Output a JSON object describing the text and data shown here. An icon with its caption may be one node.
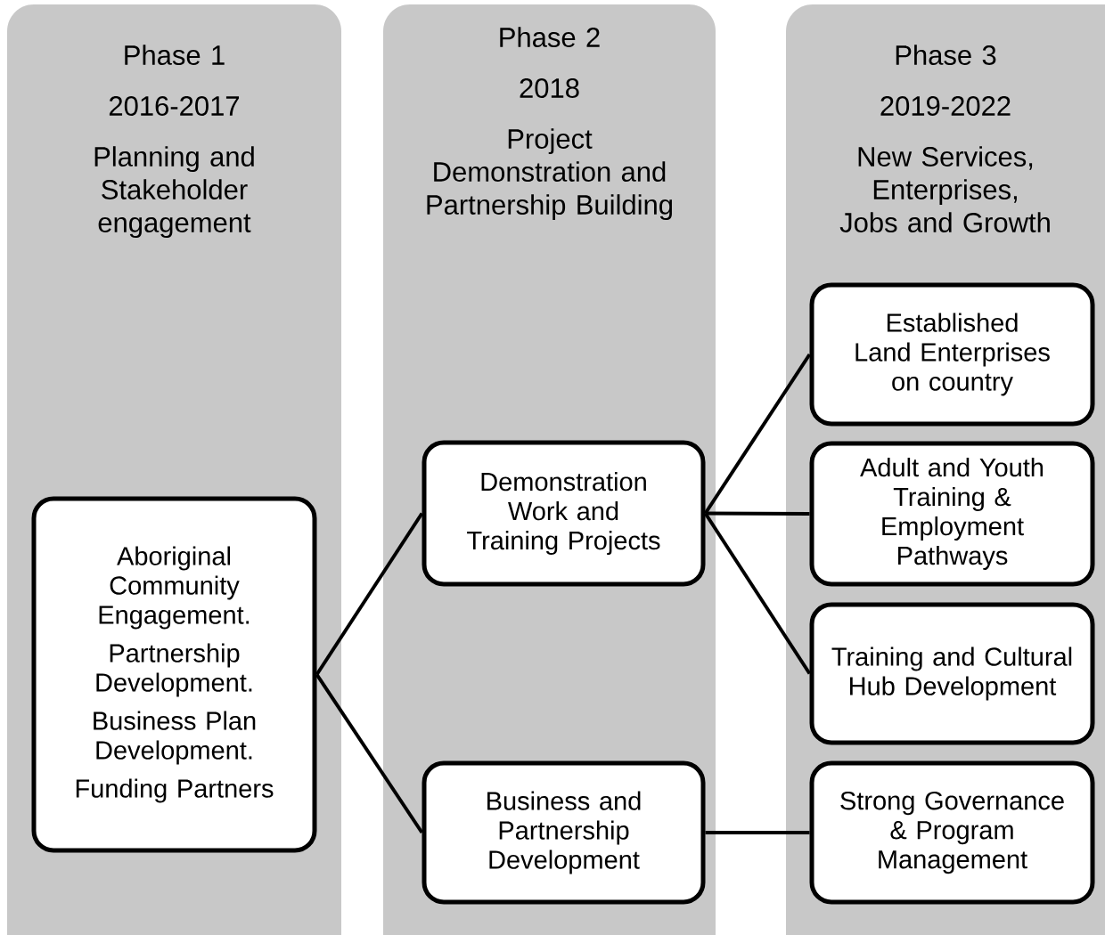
{
  "diagram": {
    "nodes": [
      {
        "text": [
          "Phase 1",
          "2016-2017",
          "Planning and Stakeholder engagement"
        ]
      },
      {
        "text": [
          "Phase 2",
          "2018",
          "Project Demonstration and Partnership Building"
        ]
      },
      {
        "text": [
          "Phase 3",
          "2019-2022",
          "New Services, Enterprises, Jobs and Growth"
        ]
      },
      {
        "text": [
          "Aboriginal Community Engagement.",
          "Partnership Development.",
          "Business Plan Development.",
          "Funding Partners"
        ],
        "in": 0
      },
      {
        "text": [
          "Demonstration Work and Training Projects"
        ],
        "in": 1
      },
      {
        "text": [
          "Business and Partnership Development"
        ],
        "in": 1
      },
      {
        "text": [
          "Established Land Enterprises on country"
        ],
        "in": 2
      },
      {
        "text": [
          "Adult and Youth Training & Employment Pathways"
        ],
        "in": 2
      },
      {
        "text": [
          "Training and Cultural Hub Development"
        ],
        "in": 2
      },
      {
        "text": [
          "Strong Governance & Program Management"
        ],
        "in": 2
      }
    ],
    "edges": [
      {
        "from": 3,
        "to": 4,
        "arrow": "none"
      },
      {
        "from": 3,
        "to": 5,
        "arrow": "none"
      },
      {
        "from": 4,
        "to": 6,
        "arrow": "none"
      },
      {
        "from": 4,
        "to": 7,
        "arrow": "none"
      },
      {
        "from": 4,
        "to": 8,
        "arrow": "none"
      },
      {
        "from": 5,
        "to": 9,
        "arrow": "none"
      }
    ]
  }
}
